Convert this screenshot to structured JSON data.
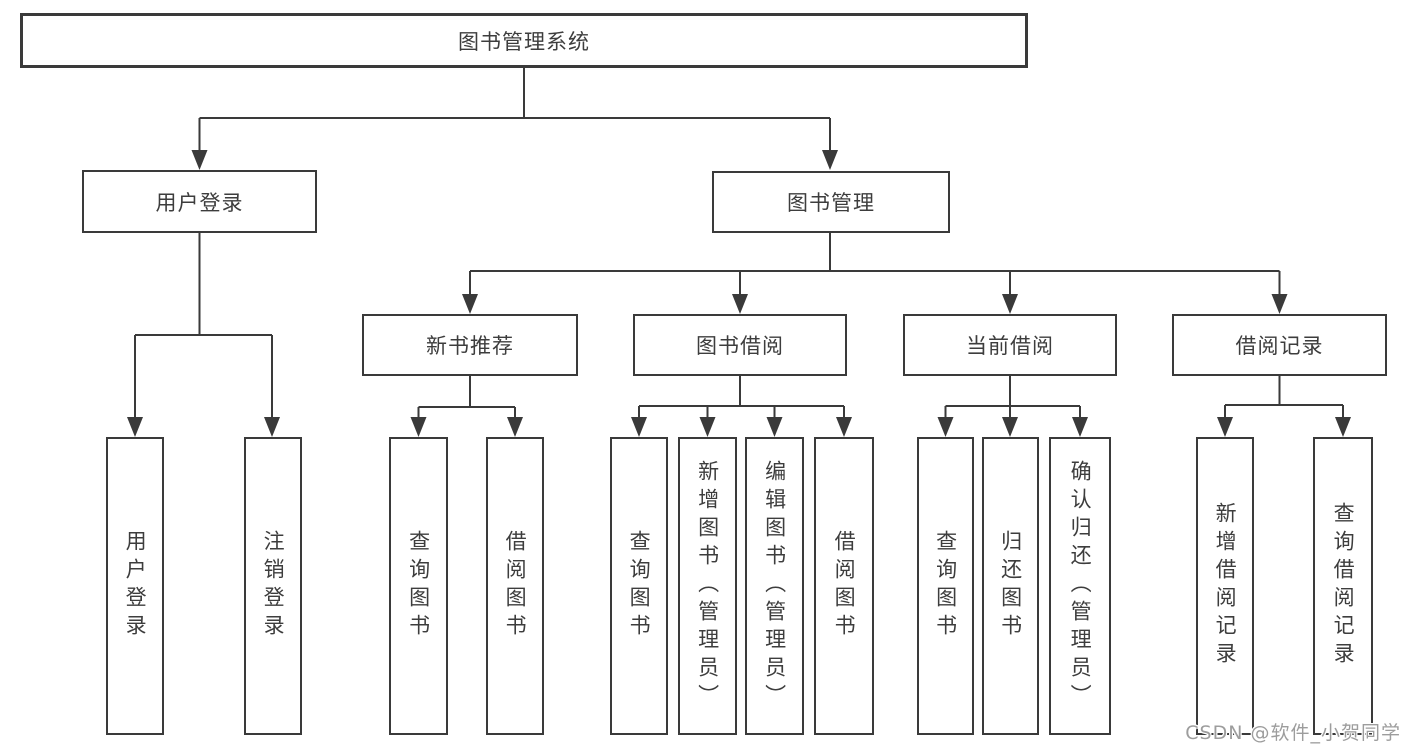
{
  "diagram": {
    "root": {
      "label": "图书管理系统"
    },
    "branches": [
      {
        "label": "用户登录",
        "children": [
          {
            "label": "用户登录"
          },
          {
            "label": "注销登录"
          }
        ]
      },
      {
        "label": "图书管理",
        "children": [
          {
            "label": "新书推荐",
            "children": [
              {
                "label": "查询图书"
              },
              {
                "label": "借阅图书"
              }
            ]
          },
          {
            "label": "图书借阅",
            "children": [
              {
                "label": "查询图书"
              },
              {
                "label": "新增图书（管理员）"
              },
              {
                "label": "编辑图书（管理员）"
              },
              {
                "label": "借阅图书"
              }
            ]
          },
          {
            "label": "当前借阅",
            "children": [
              {
                "label": "查询图书"
              },
              {
                "label": "归还图书"
              },
              {
                "label": "确认归还（管理员）"
              }
            ]
          },
          {
            "label": "借阅记录",
            "children": [
              {
                "label": "新增借阅记录"
              },
              {
                "label": "查询借阅记录"
              }
            ]
          }
        ]
      }
    ],
    "watermark": "CSDN @软件_小贺同学",
    "colors": {
      "line": "#3a3a3a",
      "text": "#3d3d3d",
      "watermark": "#9d9d9d",
      "background": "#ffffff"
    }
  }
}
